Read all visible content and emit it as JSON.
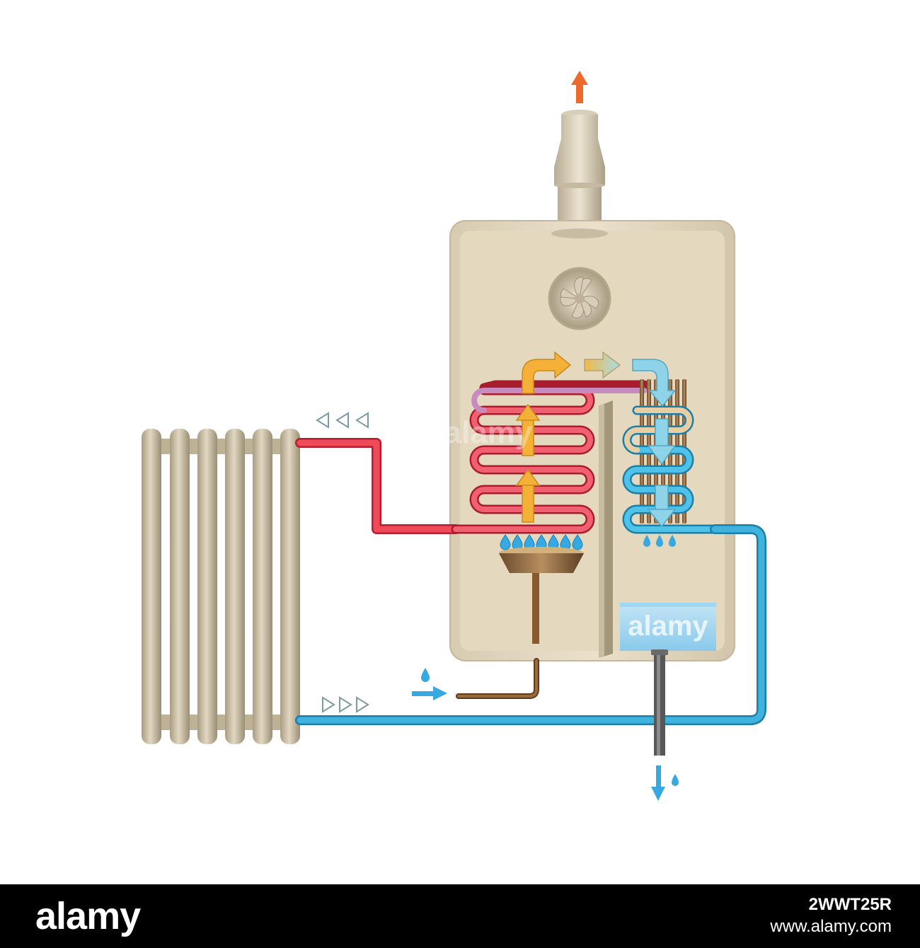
{
  "diagram": {
    "watermark_text": "alamy",
    "colors": {
      "hot_water": "#e8394a",
      "cold_water": "#2aa3d4",
      "hot_gas": "#f4b037",
      "cool_gas": "#8fd3e8",
      "flue_arrow": "#ee6a2a",
      "boiler_shell": "#e8dcc6",
      "boiler_interior": "#e3d6bb",
      "radiator": "#cfc3aa",
      "gas_pipe": "#8a5a2c",
      "drain_pipe": "#6b6b6b",
      "flame": "#36a8e2"
    }
  },
  "footer": {
    "logo": "alamy",
    "image_id": "2WWT25R",
    "url": "www.alamy.com"
  }
}
